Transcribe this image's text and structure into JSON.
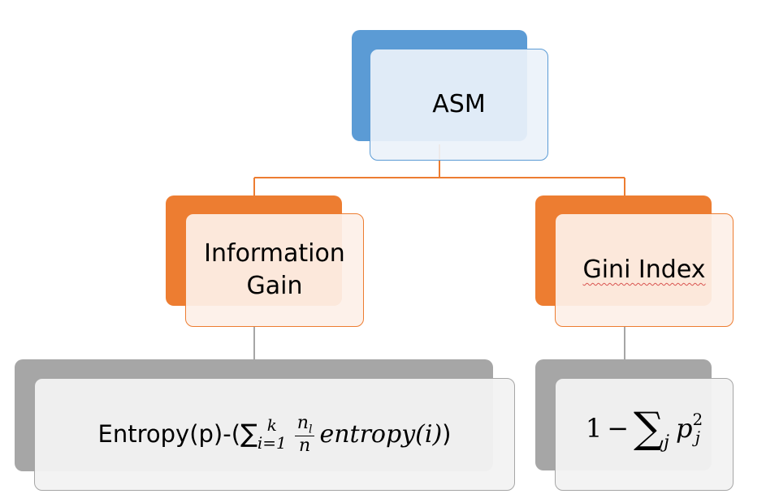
{
  "colors": {
    "blue": "#5b9bd5",
    "blue_fill": "#ebf2fa",
    "orange": "#ed7d31",
    "orange_fill": "#fdf0e8",
    "gray": "#a6a6a6",
    "gray_fill": "#f2f2f2",
    "connector_orange": "#ed7d31",
    "connector_gray": "#a6a6a6"
  },
  "root": {
    "label": "ASM"
  },
  "branches": [
    {
      "label_line1": "Information",
      "label_line2": "Gain",
      "formula": {
        "prefix": "Entropy(p)-(",
        "sum": "∑",
        "sub": "i=1",
        "sup": "k",
        "frac_num": "n",
        "frac_num_sub": "l",
        "frac_den": "n",
        "func": "entropy(i)",
        "suffix": ")"
      }
    },
    {
      "label": "Gini Index",
      "formula": {
        "one": "1",
        "minus": "−",
        "sum": "∑",
        "sub": "j",
        "p": "p",
        "p_sub": "j",
        "p_sup": "2"
      }
    }
  ]
}
